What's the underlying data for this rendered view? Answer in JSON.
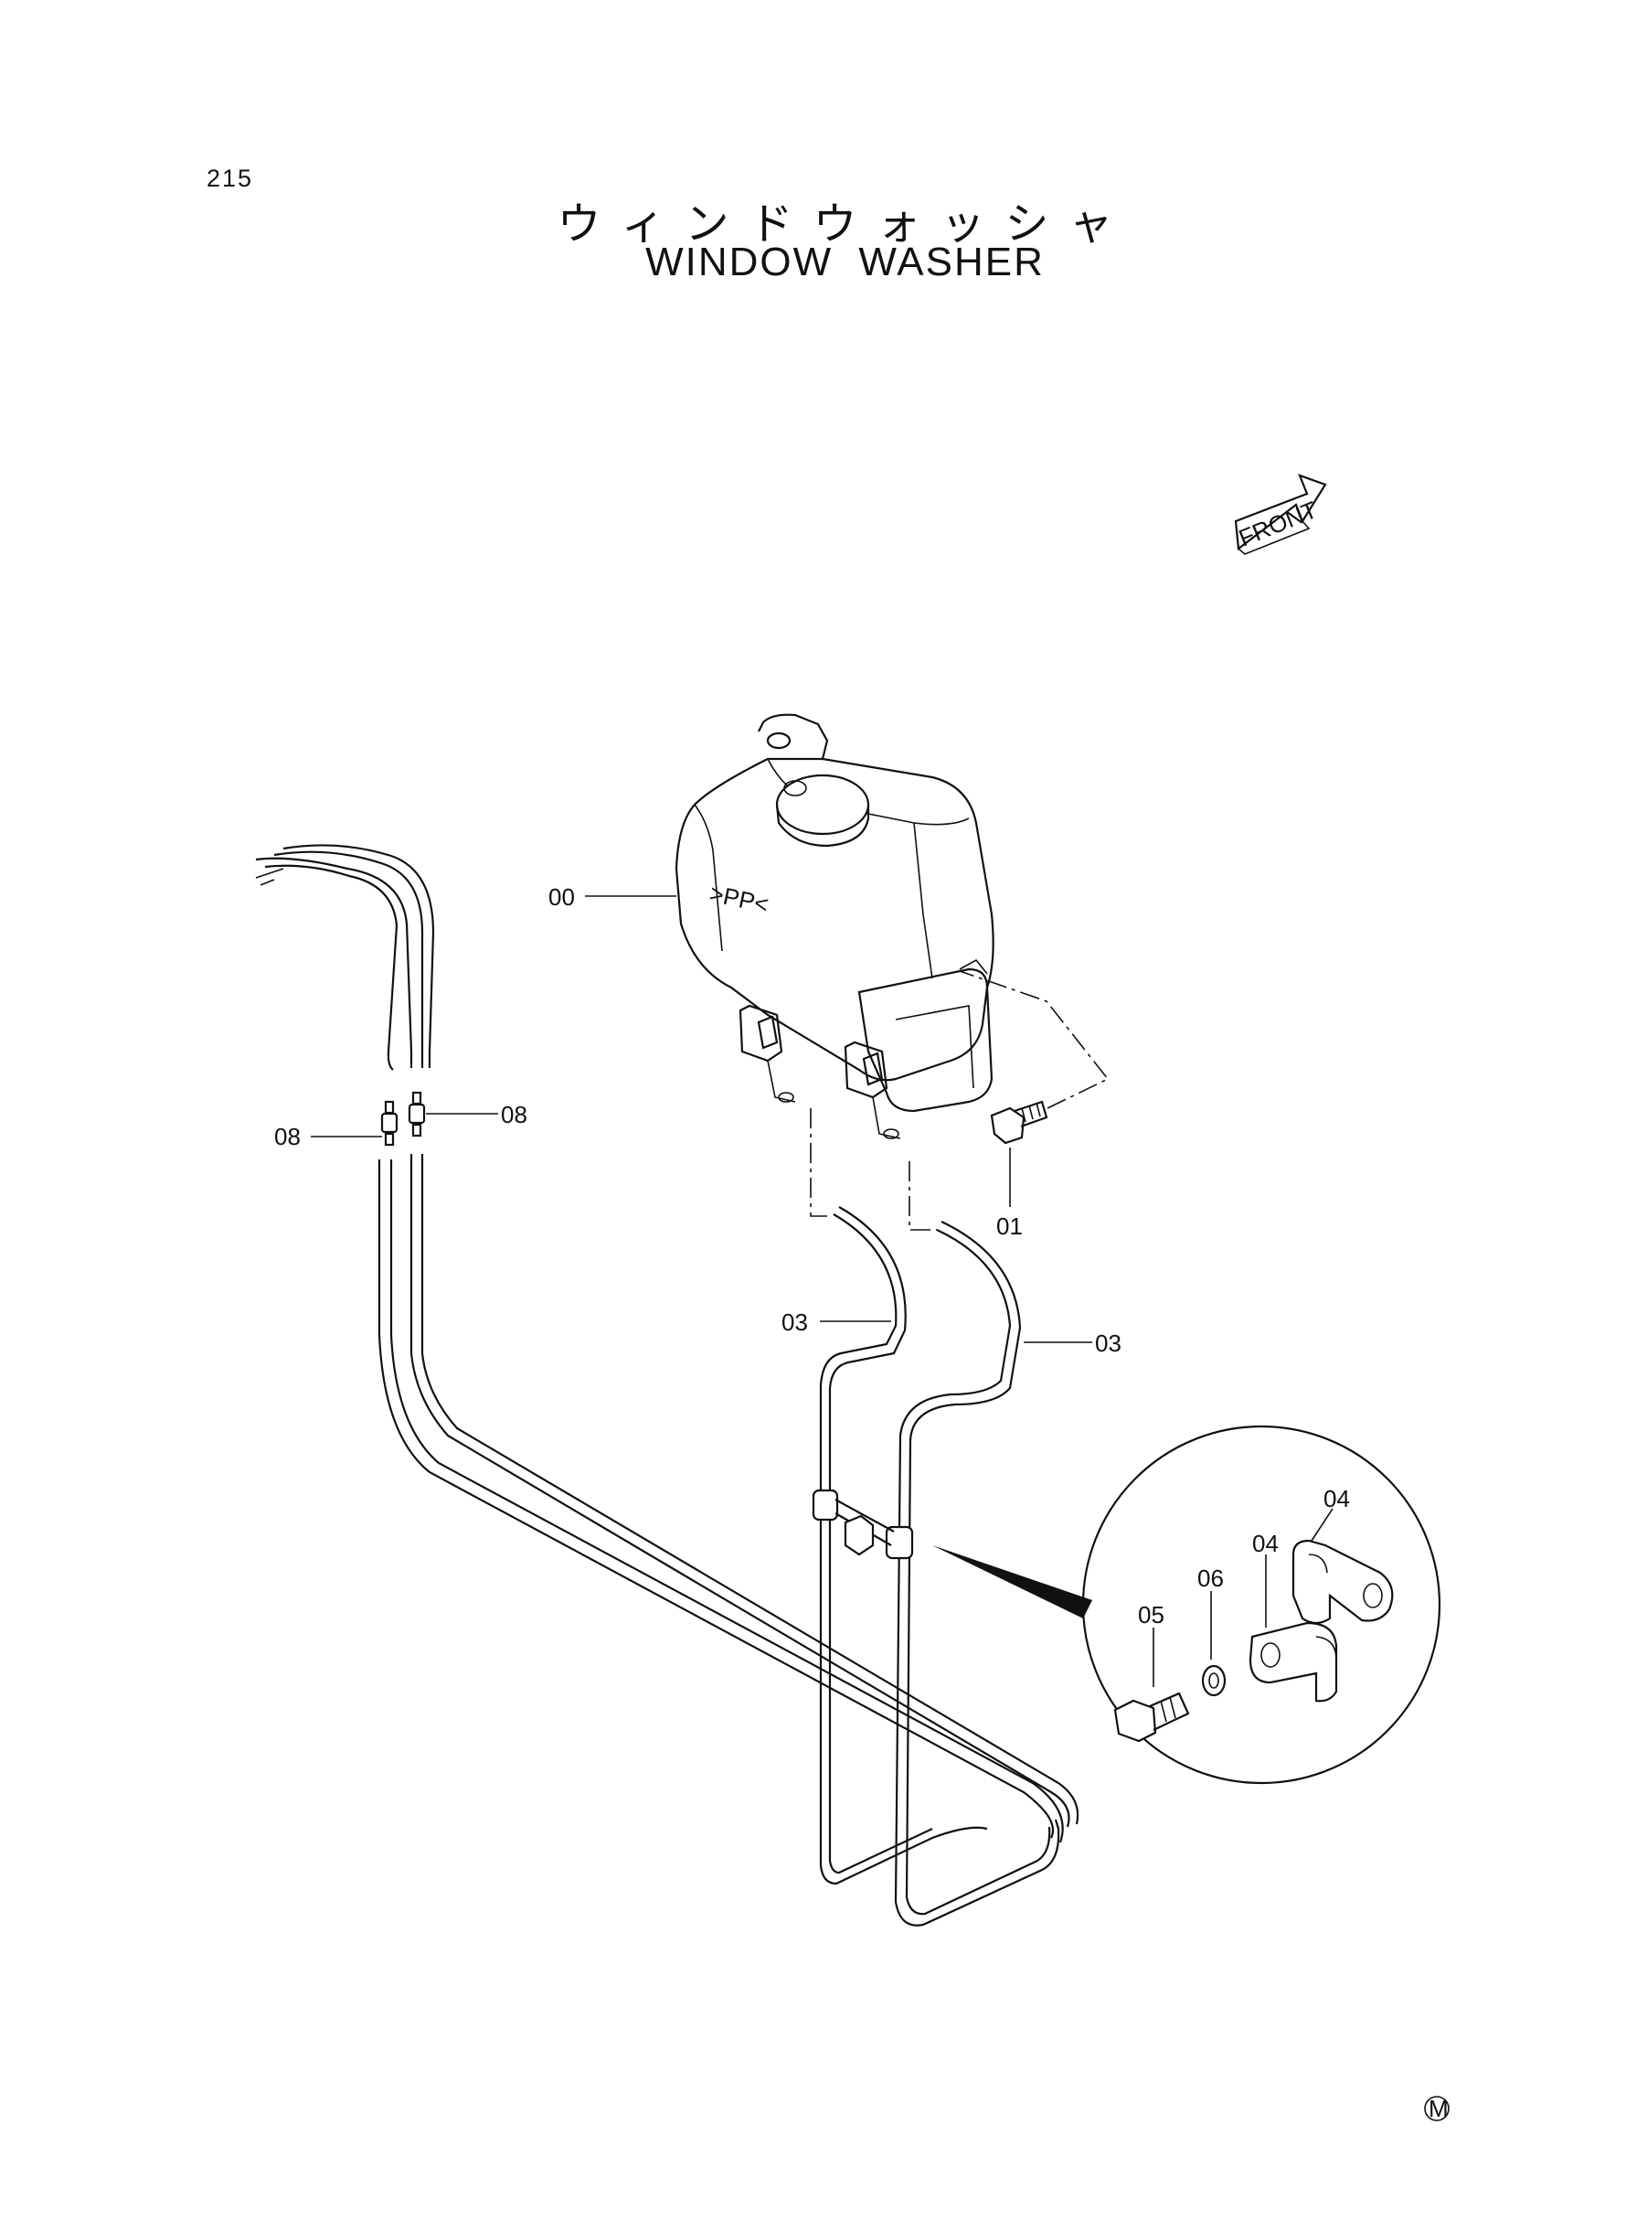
{
  "page_number": "215",
  "title": {
    "japanese": "ウィンドウォッシャ",
    "english": "WINDOW WASHER"
  },
  "front_arrow_label": "FRONT",
  "tank_marking": ">PP<",
  "callouts": {
    "tank": "00",
    "bolt": "01",
    "hose_left": "03",
    "hose_right": "03",
    "clamp_upper": "04",
    "clamp_lower": "04",
    "detail_bolt": "05",
    "detail_washer": "06",
    "connector_left": "08",
    "connector_right": "08"
  },
  "corner_mark": "M"
}
